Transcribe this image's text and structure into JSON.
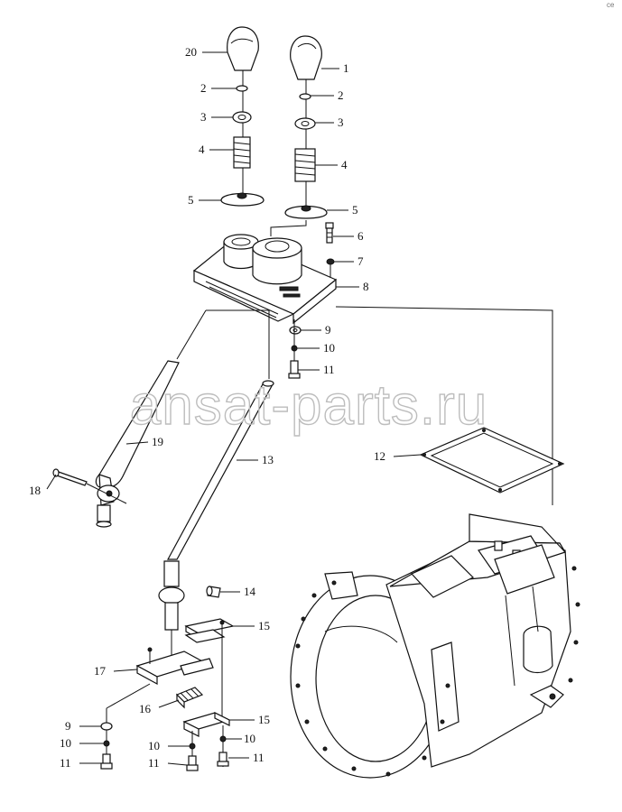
{
  "watermark": "ansat-parts.ru",
  "corner_mark": "ce",
  "callouts": {
    "c20": "20",
    "c1": "1",
    "c2a": "2",
    "c2b": "2",
    "c3a": "3",
    "c3b": "3",
    "c4a": "4",
    "c4b": "4",
    "c5a": "5",
    "c5b": "5",
    "c6": "6",
    "c7": "7",
    "c8": "8",
    "c9a": "9",
    "c10a": "10",
    "c11a": "11",
    "c12": "12",
    "c13": "13",
    "c14": "14",
    "c15a": "15",
    "c15b": "15",
    "c16": "16",
    "c17": "17",
    "c18": "18",
    "c19": "19",
    "c9b": "9",
    "c10b": "10",
    "c11b": "11",
    "c10c": "10",
    "c11c": "11",
    "c10d": "10",
    "c11d": "11"
  }
}
